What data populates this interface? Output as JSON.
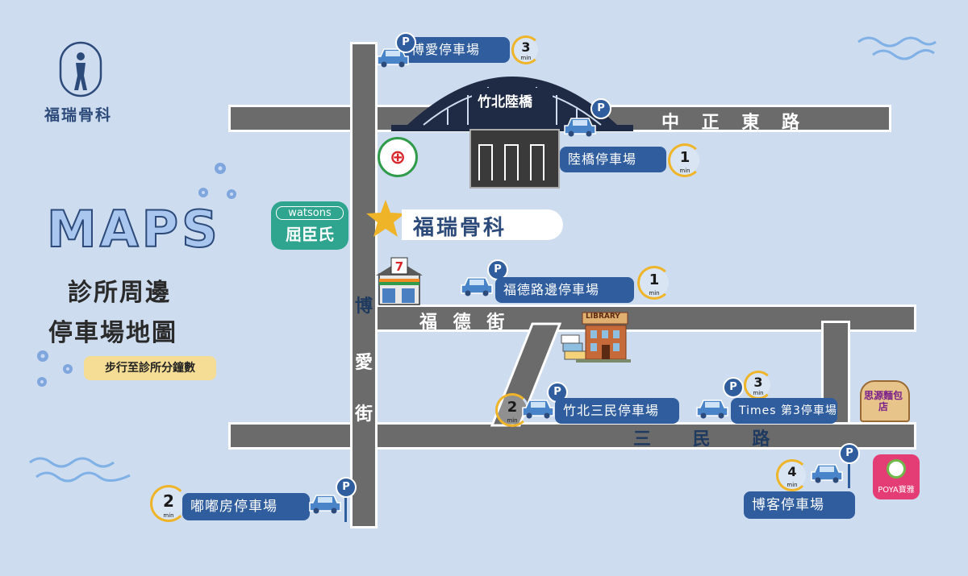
{
  "brand": {
    "name": "福瑞骨科"
  },
  "title": {
    "maps": "MAPS",
    "line1": "診所周邊",
    "line2": "停車場地圖",
    "badge": "步行至診所分鐘數"
  },
  "roads": {
    "zhongzheng": "中 正 東 路",
    "fude": "福 德 街",
    "minzu": "三 民 路",
    "boai": [
      "博",
      "愛",
      "街"
    ]
  },
  "landmarks": {
    "bridge": "竹北陸橋",
    "clinic": "福瑞骨科",
    "watsons_en": "watsons",
    "watsons_zh": "屈臣氏",
    "library": "LIBRARY",
    "bakery": "思源麵包店",
    "poya": "POYA寶雅"
  },
  "parking": [
    {
      "name": "博愛停車場",
      "minutes": "3"
    },
    {
      "name": "陸橋停車場",
      "minutes": "1"
    },
    {
      "name": "福德路邊停車場",
      "minutes": "1"
    },
    {
      "name": "竹北三民停車場",
      "minutes": "2"
    },
    {
      "name": "Times 第3停車場",
      "minutes": "3"
    },
    {
      "name": "博客停車場",
      "minutes": "4"
    },
    {
      "name": "嘟嘟房停車場",
      "minutes": "2"
    }
  ],
  "labels": {
    "p": "P",
    "min": "min"
  },
  "colors": {
    "bg": "#cddcee",
    "road": "#6b6b6b",
    "pill": "#2f5d9e",
    "accent": "#f0b428"
  }
}
